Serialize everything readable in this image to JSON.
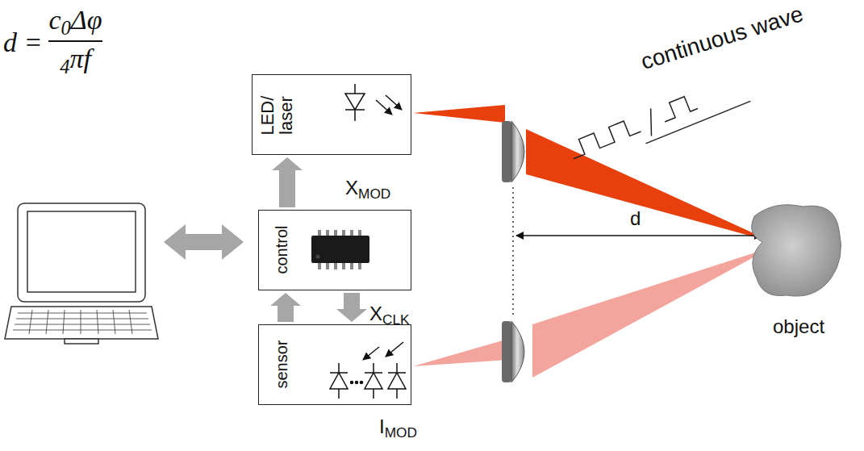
{
  "diagram": {
    "nodes": [
      {
        "text": [
          "LED/ laser"
        ]
      },
      {
        "text": [
          "control"
        ]
      },
      {
        "text": [
          "sensor"
        ]
      }
    ],
    "edges": [
      {
        "from": 1,
        "to": 0,
        "arrow": "to",
        "label": "XMOD"
      },
      {
        "from": 2,
        "to": 1,
        "arrow": "to"
      },
      {
        "from": 1,
        "to": 2,
        "arrow": "to",
        "label": "XCLK"
      }
    ],
    "labels": [
      "d =",
      "c0Δφ",
      "4πf",
      "continuous wave",
      "d",
      "object",
      "IMOD"
    ]
  }
}
